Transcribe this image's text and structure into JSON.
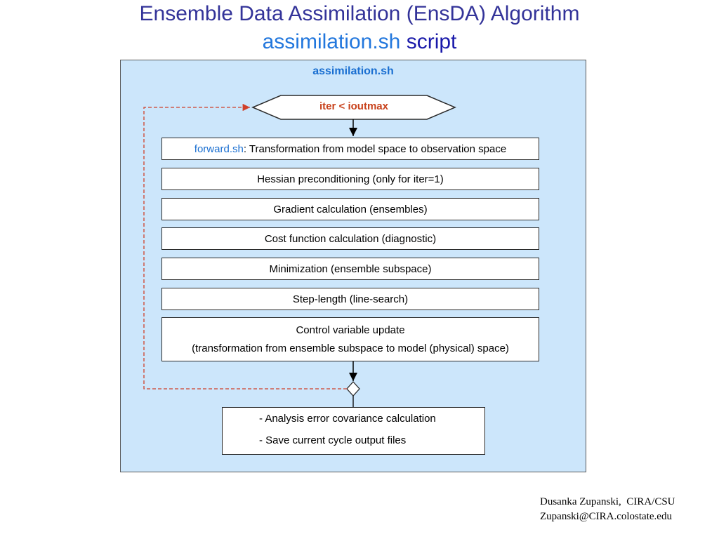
{
  "title": {
    "line1": "Ensemble Data Assimilation (EnsDA) Algorithm",
    "script_name": "assimilation.sh",
    "script_word": "script"
  },
  "panel": {
    "title": "assimilation.sh",
    "loop_condition": "iter < ioutmax",
    "steps": [
      {
        "prefix": "forward.sh",
        "text": ": Transformation from model space to observation space"
      },
      {
        "text": "Hessian preconditioning (only for iter=1)"
      },
      {
        "text": "Gradient calculation (ensembles)"
      },
      {
        "text": "Cost function calculation (diagnostic)"
      },
      {
        "text": "Minimization (ensemble subspace)"
      },
      {
        "text": "Step-length (line-search)"
      },
      {
        "line1": "Control variable update",
        "line2": "(transformation from ensemble subspace to model (physical) space)"
      }
    ],
    "final": {
      "line1": "- Analysis error covariance calculation",
      "line2": "- Save current cycle output files"
    }
  },
  "footer": {
    "author": "Dusanka Zupanski,  CIRA/CSU",
    "email": "Zupanski@CIRA.colostate.edu"
  },
  "colors": {
    "title": "#333399",
    "script_name": "#2277dd",
    "panel_bg": "#cce6fb",
    "panel_title": "#1a6fd1",
    "loop_condition": "#c8421c",
    "loop_arrow": "#d0402a"
  }
}
